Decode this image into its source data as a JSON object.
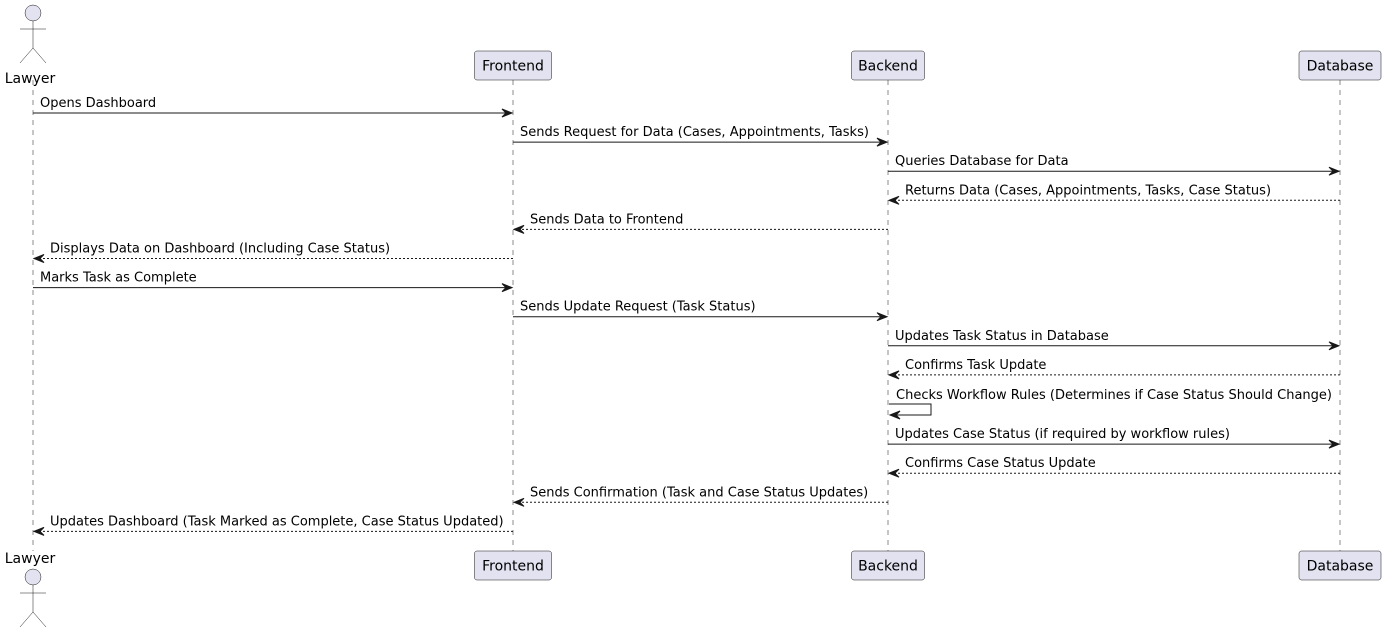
{
  "participants": [
    {
      "id": "lawyer",
      "label": "Lawyer",
      "kind": "actor"
    },
    {
      "id": "frontend",
      "label": "Frontend",
      "kind": "participant"
    },
    {
      "id": "backend",
      "label": "Backend",
      "kind": "participant"
    },
    {
      "id": "database",
      "label": "Database",
      "kind": "participant"
    }
  ],
  "messages": [
    {
      "from": "lawyer",
      "to": "frontend",
      "label": "Opens Dashboard",
      "style": "solid"
    },
    {
      "from": "frontend",
      "to": "backend",
      "label": "Sends Request for Data (Cases, Appointments, Tasks)",
      "style": "solid"
    },
    {
      "from": "backend",
      "to": "database",
      "label": "Queries Database for Data",
      "style": "solid"
    },
    {
      "from": "database",
      "to": "backend",
      "label": "Returns Data (Cases, Appointments, Tasks, Case Status)",
      "style": "dashed"
    },
    {
      "from": "backend",
      "to": "frontend",
      "label": "Sends Data to Frontend",
      "style": "dashed"
    },
    {
      "from": "frontend",
      "to": "lawyer",
      "label": "Displays Data on Dashboard (Including Case Status)",
      "style": "dashed"
    },
    {
      "from": "lawyer",
      "to": "frontend",
      "label": "Marks Task as Complete",
      "style": "solid"
    },
    {
      "from": "frontend",
      "to": "backend",
      "label": "Sends Update Request (Task Status)",
      "style": "solid"
    },
    {
      "from": "backend",
      "to": "database",
      "label": "Updates Task Status in Database",
      "style": "solid"
    },
    {
      "from": "database",
      "to": "backend",
      "label": "Confirms Task Update",
      "style": "dashed"
    },
    {
      "from": "backend",
      "to": "backend",
      "label": "Checks Workflow Rules (Determines if Case Status Should Change)",
      "style": "solid"
    },
    {
      "from": "backend",
      "to": "database",
      "label": "Updates Case Status (if required by workflow rules)",
      "style": "solid"
    },
    {
      "from": "database",
      "to": "backend",
      "label": "Confirms Case Status Update",
      "style": "dashed"
    },
    {
      "from": "backend",
      "to": "frontend",
      "label": "Sends Confirmation (Task and Case Status Updates)",
      "style": "dashed"
    },
    {
      "from": "frontend",
      "to": "lawyer",
      "label": "Updates Dashboard (Task Marked as Complete, Case Status Updated)",
      "style": "dashed"
    }
  ]
}
